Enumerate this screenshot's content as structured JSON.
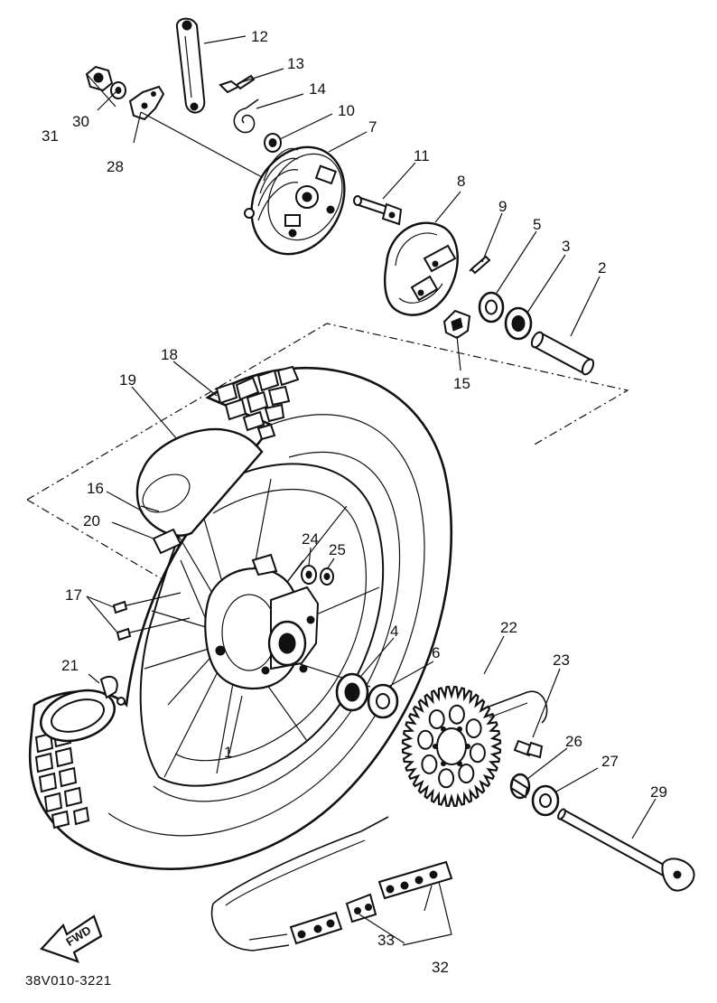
{
  "callouts": {
    "c1": "1",
    "c2": "2",
    "c3": "3",
    "c4": "4",
    "c5": "5",
    "c6": "6",
    "c7": "7",
    "c8": "8",
    "c9": "9",
    "c10": "10",
    "c11": "11",
    "c12": "12",
    "c13": "13",
    "c14": "14",
    "c15": "15",
    "c16": "16",
    "c17": "17",
    "c18": "18",
    "c19": "19",
    "c20": "20",
    "c21": "21",
    "c22": "22",
    "c23": "23",
    "c24": "24",
    "c25": "25",
    "c26": "26",
    "c27": "27",
    "c28": "28",
    "c29": "29",
    "c30": "30",
    "c31": "31",
    "c32": "32",
    "c33": "33"
  },
  "direction_badge": "FWD",
  "drawing_code": "38V010-3221"
}
